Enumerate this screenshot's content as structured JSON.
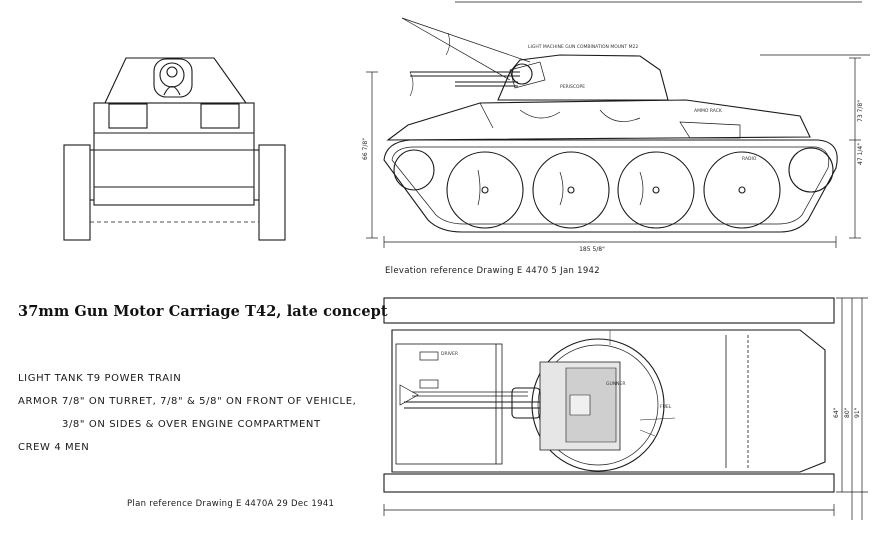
{
  "title": "37mm Gun Motor Carriage T42, late concept",
  "specs": {
    "line1": "LIGHT TANK T9 POWER TRAIN",
    "line2": "ARMOR 7/8\" ON TURRET, 7/8\" & 5/8\" ON FRONT OF VEHICLE,",
    "line3": "3/8\" ON SIDES & OVER ENGINE COMPARTMENT",
    "line4": "CREW   4 MEN"
  },
  "references": {
    "elevation": "Elevation reference Drawing  E 4470    5 Jan 1942",
    "plan": "Plan reference Drawing  E 4470A  29 Dec 1941"
  },
  "dimensions": {
    "overall_length": "185 5/8\"",
    "elevation_height": "66 7/8\"",
    "hull_height": "73 7/8\"",
    "hull_lower": "47 1/4\"",
    "plan_width_inner": "64\"",
    "plan_width_mid": "80\"",
    "plan_width_outer": "91\""
  },
  "annotations": {
    "mg": "LIGHT MACHINE GUN COMBINATION MOUNT M22",
    "periscope": "PERISCOPE",
    "ammo_rack": "AMMO RACK",
    "gunner": "GUNNER",
    "driver": "DRIVER",
    "radio": "RADIO",
    "fuel": "FUEL"
  }
}
